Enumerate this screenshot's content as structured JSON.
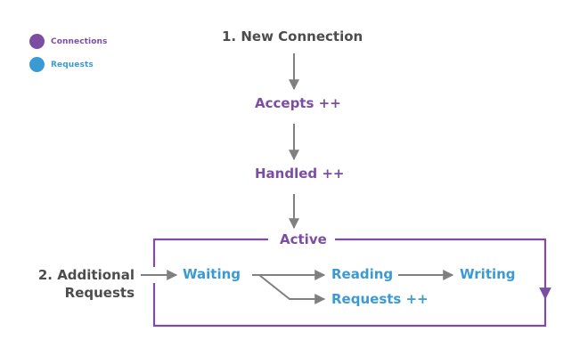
{
  "diagram": {
    "title_step1": "1. New Connection",
    "title_step2_line1": "2. Additional",
    "title_step2_line2": "Requests",
    "legend": [
      {
        "key": "connections",
        "label": "Connections",
        "color": "#7b4ea4",
        "icon": "filled-circle-icon"
      },
      {
        "key": "requests",
        "label": "Requests",
        "color": "#3c9ad2",
        "icon": "filled-circle-icon"
      }
    ],
    "nodes": [
      {
        "id": "accepts",
        "label": "Accepts ++",
        "group": "connections",
        "color": "#7b4ea4"
      },
      {
        "id": "handled",
        "label": "Handled ++",
        "group": "connections",
        "color": "#7b4ea4"
      },
      {
        "id": "active",
        "label": "Active",
        "group": "connections",
        "color": "#7b4ea4"
      },
      {
        "id": "waiting",
        "label": "Waiting",
        "group": "requests",
        "color": "#3c9ad2"
      },
      {
        "id": "reading",
        "label": "Reading",
        "group": "requests",
        "color": "#3c9ad2"
      },
      {
        "id": "writing",
        "label": "Writing",
        "group": "requests",
        "color": "#3c9ad2"
      },
      {
        "id": "requests",
        "label": "Requests ++",
        "group": "requests",
        "color": "#3c9ad2"
      }
    ],
    "edges": [
      {
        "from": "1. New Connection",
        "to": "Accepts ++",
        "style": "arrow-down"
      },
      {
        "from": "Accepts ++",
        "to": "Handled ++",
        "style": "arrow-down"
      },
      {
        "from": "Handled ++",
        "to": "Active",
        "style": "arrow-down"
      },
      {
        "from": "2. Additional Requests",
        "to": "Waiting",
        "style": "arrow-right"
      },
      {
        "from": "Waiting",
        "to": "Reading",
        "style": "arrow-right"
      },
      {
        "from": "Waiting",
        "to": "Requests ++",
        "style": "arrow-elbow-down-right"
      },
      {
        "from": "Reading",
        "to": "Writing",
        "style": "arrow-right"
      },
      {
        "from": "Writing",
        "to": "Active",
        "style": "loop-box-arrow-down"
      }
    ],
    "colors": {
      "connections": "#7b4ea4",
      "requests": "#3c9ad2",
      "arrow": "#808080",
      "step_text": "#4d4d4d",
      "background": "#ffffff"
    }
  }
}
